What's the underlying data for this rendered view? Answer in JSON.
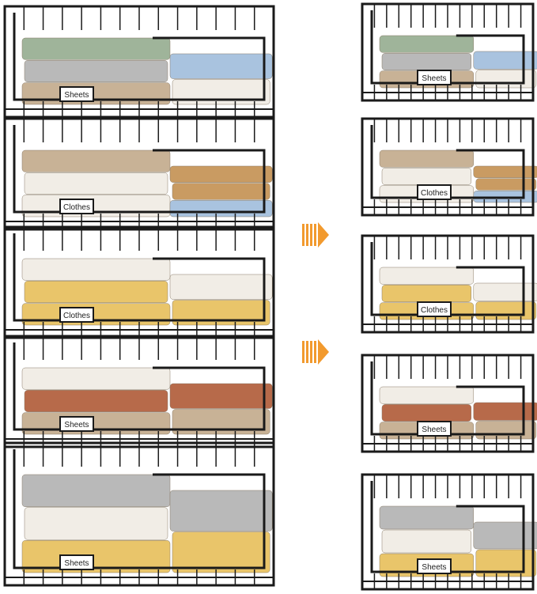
{
  "product": {
    "stack_labels": [
      "Sheets",
      "Clothes",
      "Clothes",
      "Sheets",
      "Sheets"
    ],
    "single_labels": [
      "Sheets",
      "Clothes",
      "Clothes",
      "Sheets",
      "Sheets"
    ]
  },
  "arrows": [
    "orange-arrow",
    "orange-arrow"
  ],
  "colors": {
    "wire": "#1a1a1a",
    "arrow": "#f29a2e",
    "label_bg": "#ffffff",
    "background": "#ffffff",
    "linen_green": "#9fb49a",
    "linen_beige": "#c8b296",
    "linen_tan": "#c99b62",
    "linen_blue": "#a9c3df",
    "linen_yellow": "#e9c56a",
    "linen_white": "#f1ede6",
    "linen_rust": "#b76a4a",
    "linen_gray": "#b9b9b9"
  }
}
